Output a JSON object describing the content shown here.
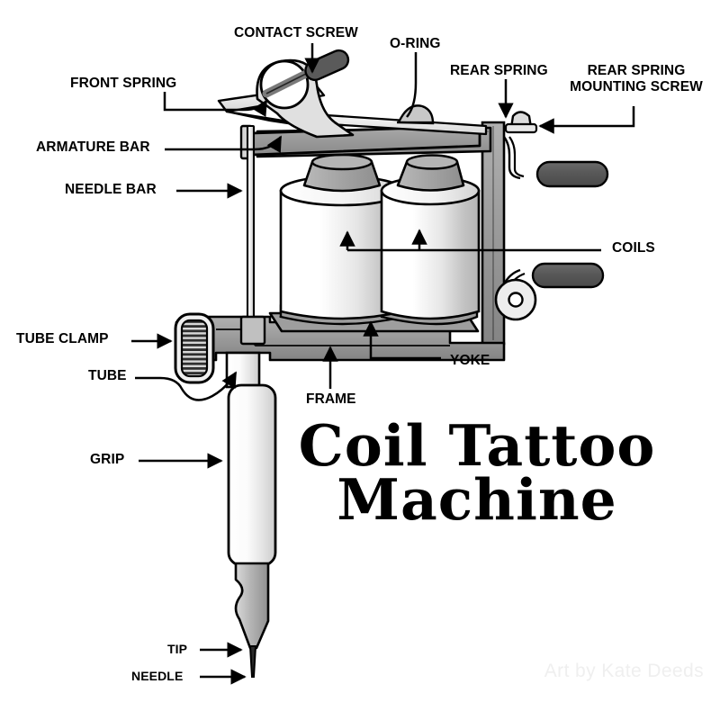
{
  "document": {
    "kind": "technical-diagram",
    "subject": "Coil Tattoo Machine",
    "background_color": "#ffffff"
  },
  "title": {
    "line1": "Coil Tattoo",
    "line2": "Machine",
    "style": "blackletter"
  },
  "watermark": {
    "text": "Art by Kate Deeds",
    "color": "#efefef"
  },
  "labels": [
    {
      "id": "contact-screw",
      "text": "CONTACT SCREW",
      "line2": ""
    },
    {
      "id": "o-ring",
      "text": "O-RING",
      "line2": ""
    },
    {
      "id": "rear-spring",
      "text": "REAR SPRING",
      "line2": ""
    },
    {
      "id": "rear-spring-mounting-screw",
      "text": "REAR SPRING",
      "line2": "MOUNTING SCREW"
    },
    {
      "id": "front-spring",
      "text": "FRONT SPRING",
      "line2": ""
    },
    {
      "id": "armature-bar",
      "text": "ARMATURE BAR",
      "line2": ""
    },
    {
      "id": "needle-bar",
      "text": "NEEDLE BAR",
      "line2": ""
    },
    {
      "id": "coils",
      "text": "COILS",
      "line2": ""
    },
    {
      "id": "tube-clamp",
      "text": "TUBE CLAMP",
      "line2": ""
    },
    {
      "id": "tube",
      "text": "TUBE",
      "line2": ""
    },
    {
      "id": "yoke",
      "text": "YOKE",
      "line2": ""
    },
    {
      "id": "frame",
      "text": "FRAME",
      "line2": ""
    },
    {
      "id": "grip",
      "text": "GRIP",
      "line2": ""
    },
    {
      "id": "tip",
      "text": "TIP",
      "line2": ""
    },
    {
      "id": "needle",
      "text": "NEEDLE",
      "line2": ""
    }
  ],
  "palette": {
    "outline": "#000000",
    "frame_gray": "#9c9c9c",
    "frame_gray_dark": "#7d7d7d",
    "coil_light": "#ffffff",
    "coil_shade": "#c9c9c9",
    "cap_gray": "#a0a0a0",
    "binding_post_dark": "#585858",
    "clamp_dark": "#333333",
    "grip_light": "#f2f2f2",
    "tip_gray": "#a8a8a8"
  }
}
